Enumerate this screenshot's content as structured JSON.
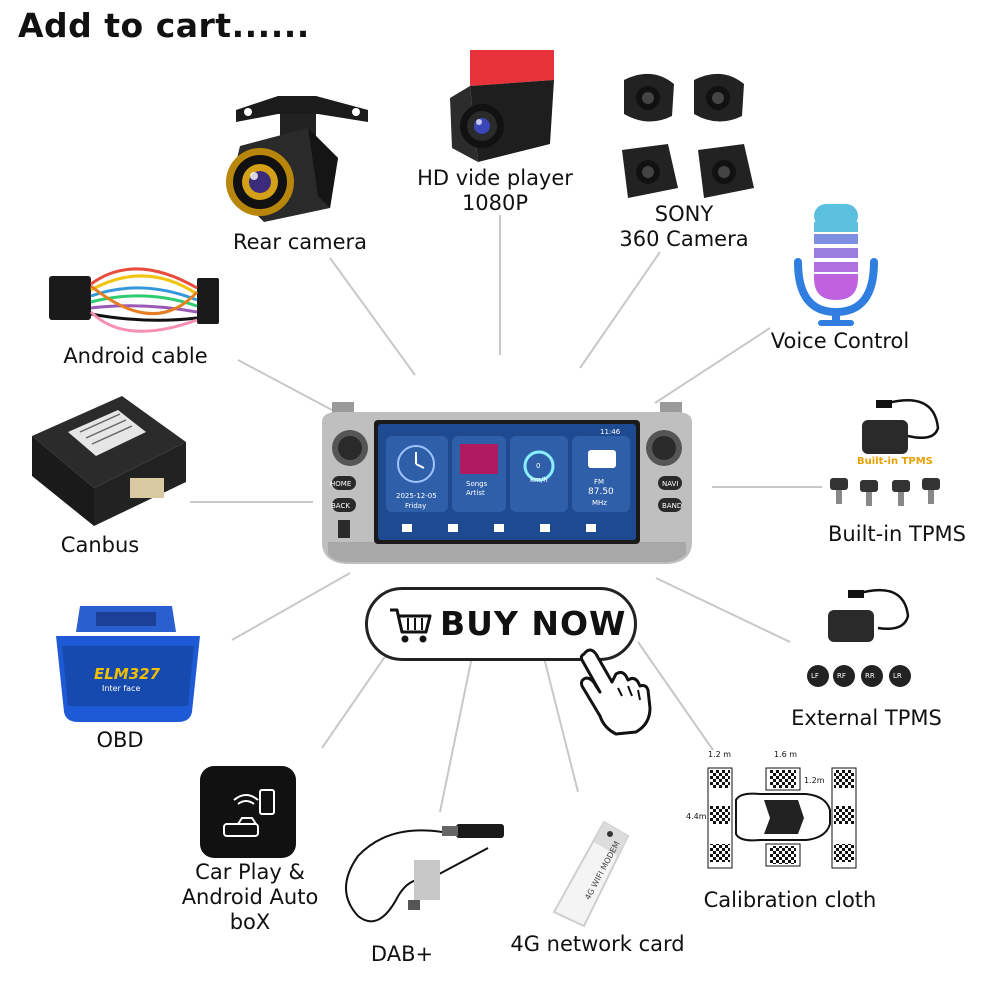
{
  "heading": "Add to cart......",
  "buy_button": {
    "label": "BUY NOW"
  },
  "accessories": {
    "rear_camera": "Rear camera",
    "hd_video_player": [
      "HD vide player",
      "1080P"
    ],
    "sony_camera": [
      "SONY",
      "360 Camera"
    ],
    "voice_control": "Voice Control",
    "android_cable": "Android cable",
    "canbus": "Canbus",
    "builtin_tpms": "Built-in TPMS",
    "builtin_tpms_tag": "Built-in TPMS",
    "external_tpms": "External TPMS",
    "obd": "OBD",
    "obd_brand": "ELM327",
    "obd_sub": "Inter face",
    "carplay_box": [
      "Car Play &",
      "Android Auto",
      "boX"
    ],
    "dab": "DAB+",
    "network_card": "4G network card",
    "network_card_print": "4G WIFI MODEM",
    "calibration_cloth": "Calibration cloth"
  },
  "tpms_sensor_tags": [
    "LF",
    "RF",
    "RR",
    "LR"
  ],
  "calibration_dims": {
    "top_left": "1.2 m",
    "top_mid": "1.6 m",
    "right": "1.2m",
    "left": "4.4m"
  },
  "radio": {
    "left_buttons": [
      "HOME",
      "BACK"
    ],
    "right_buttons": [
      "NAVI",
      "BAND"
    ],
    "screen": {
      "time": "11:46",
      "date": "2025-12-05",
      "day": "Friday",
      "music_title": "Songs",
      "music_artist": "Artist",
      "speed": "0",
      "speed_unit": "km/h",
      "fm_band": "FM",
      "fm_freq": "87.50",
      "fm_unit": "MHz"
    }
  }
}
